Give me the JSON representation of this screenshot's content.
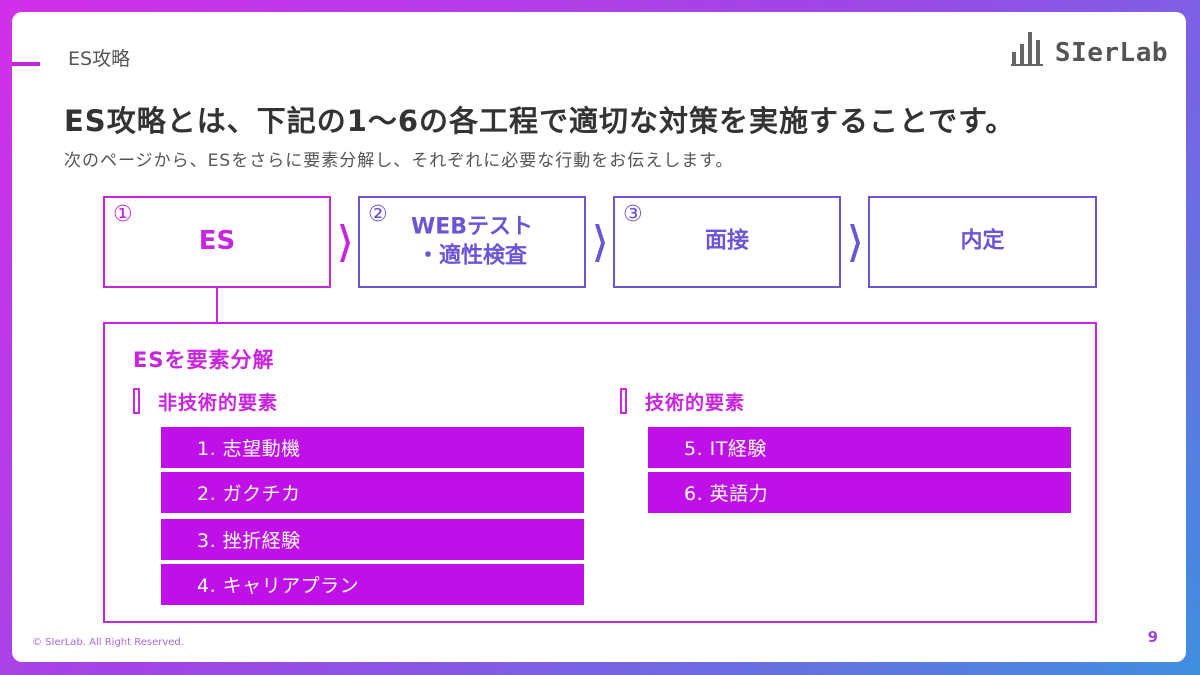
{
  "header": {
    "section_label": "ES攻略",
    "logo_text": "SIerLab"
  },
  "headline": "ES攻略とは、下記の1〜6の各工程で適切な対策を実施することです。",
  "subline": "次のページから、ESをさらに要素分解し、それぞれに必要な行動をお伝えします。",
  "steps": [
    {
      "num": "①",
      "label": "ES"
    },
    {
      "num": "②",
      "label": "WEBテスト\n・適性検査"
    },
    {
      "num": "③",
      "label": "面接"
    },
    {
      "num": "",
      "label": "内定"
    }
  ],
  "breakdown": {
    "title": "ESを要素分解",
    "non_technical": {
      "title": "非技術的要素",
      "items": [
        "1. 志望動機",
        "2. ガクチカ",
        "3. 挫折経験",
        "4. キャリアプラン"
      ]
    },
    "technical": {
      "title": "技術的要素",
      "items": [
        "5. IT経験",
        "6. 英語力"
      ]
    }
  },
  "footer": {
    "copyright": "© SIerLab. All Right Reserved.",
    "page_number": "9"
  },
  "colors": {
    "accent_magenta": "#c925e0",
    "item_fill": "#c010e8",
    "accent_purple": "#6a55d6"
  }
}
